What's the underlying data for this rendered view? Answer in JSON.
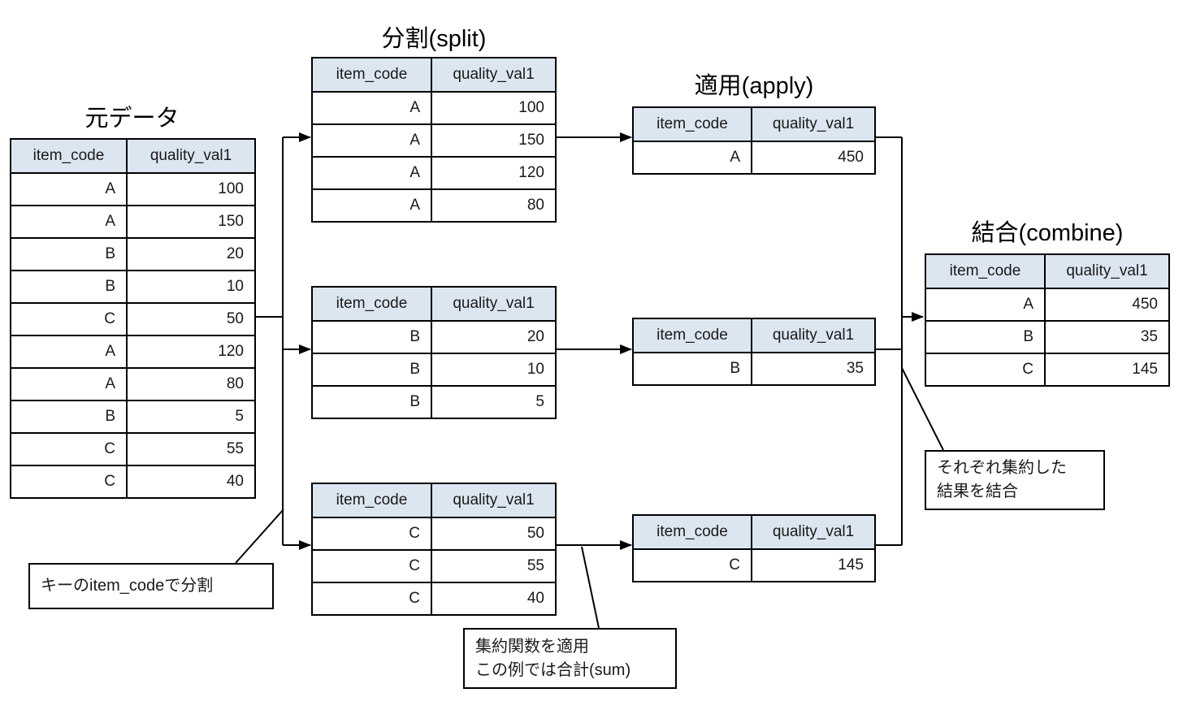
{
  "columns": [
    "item_code",
    "quality_val1"
  ],
  "titles": {
    "source": "元データ",
    "split": "分割(split)",
    "apply": "適用(apply)",
    "combine": "結合(combine)"
  },
  "source": {
    "rows": [
      [
        "A",
        "100"
      ],
      [
        "A",
        "150"
      ],
      [
        "B",
        "20"
      ],
      [
        "B",
        "10"
      ],
      [
        "C",
        "50"
      ],
      [
        "A",
        "120"
      ],
      [
        "A",
        "80"
      ],
      [
        "B",
        "5"
      ],
      [
        "C",
        "55"
      ],
      [
        "C",
        "40"
      ]
    ]
  },
  "split": {
    "a": {
      "rows": [
        [
          "A",
          "100"
        ],
        [
          "A",
          "150"
        ],
        [
          "A",
          "120"
        ],
        [
          "A",
          "80"
        ]
      ]
    },
    "b": {
      "rows": [
        [
          "B",
          "20"
        ],
        [
          "B",
          "10"
        ],
        [
          "B",
          "5"
        ]
      ]
    },
    "c": {
      "rows": [
        [
          "C",
          "50"
        ],
        [
          "C",
          "55"
        ],
        [
          "C",
          "40"
        ]
      ]
    }
  },
  "apply": {
    "a": {
      "rows": [
        [
          "A",
          "450"
        ]
      ]
    },
    "b": {
      "rows": [
        [
          "B",
          "35"
        ]
      ]
    },
    "c": {
      "rows": [
        [
          "C",
          "145"
        ]
      ]
    }
  },
  "combine": {
    "rows": [
      [
        "A",
        "450"
      ],
      [
        "B",
        "35"
      ],
      [
        "C",
        "145"
      ]
    ]
  },
  "annotations": {
    "split_note": "キーのitem_codeで分割",
    "apply_note": [
      "集約関数を適用",
      "この例では合計(sum)"
    ],
    "combine_note": [
      "それぞれ集約した",
      "結果を結合"
    ]
  },
  "colors": {
    "header_bg": "#dce6f1",
    "border": "#000000",
    "text": "#1a1a1a"
  }
}
